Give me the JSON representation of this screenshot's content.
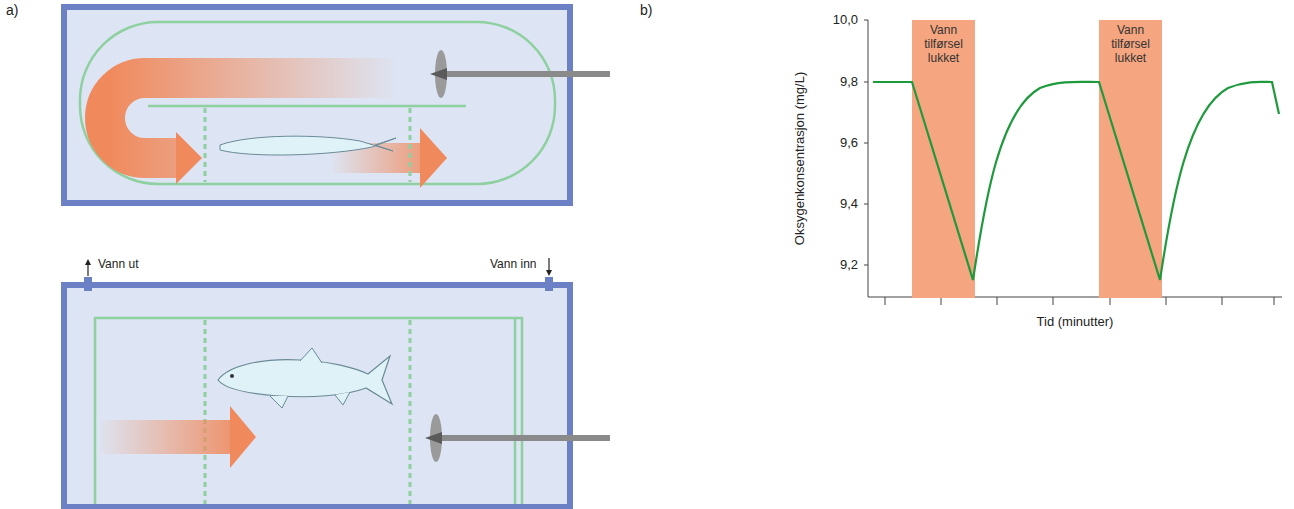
{
  "diagram": {
    "nodes": [
      {
        "text": [
          "Vann tilførsel lukket"
        ]
      },
      {
        "text": [
          "Vann tilførsel lukket"
        ]
      }
    ],
    "labels": [
      "a)",
      "b)",
      "Vann ut",
      "Vann inn",
      "10,0",
      "9,8",
      "9,6",
      "9,4",
      "9,2",
      "Oksygenkonsentrasjon (mg/L)",
      "Tid (minutter)"
    ]
  }
}
